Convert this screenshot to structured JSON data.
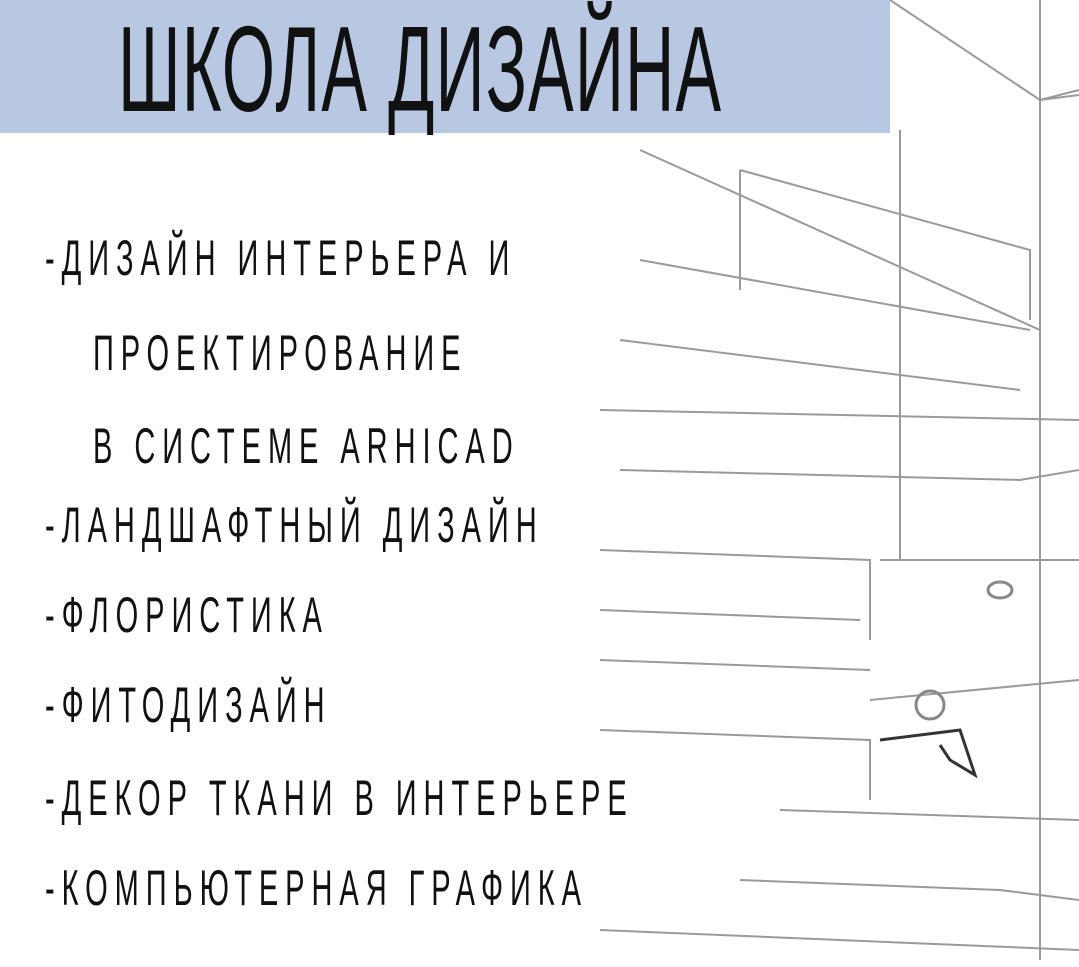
{
  "colors": {
    "banner": "#b9c8e2",
    "text": "#111111"
  },
  "header": {
    "title": "ШКОЛА ДИЗАЙНА"
  },
  "courses": [
    "-ДИЗАЙН ИНТЕРЬЕРА И",
    "ПРОЕКТИРОВАНИЕ",
    "В СИСТЕМЕ ARHICAD",
    "-ЛАНДШАФТНЫЙ ДИЗАЙН",
    "-ФЛОРИСТИКА",
    "-ФИТОДИЗАЙН",
    "-ДЕКОР ТКАНИ В ИНТЕРЬЕРЕ",
    "-КОМПЬЮТЕРНАЯ ГРАФИКА"
  ]
}
